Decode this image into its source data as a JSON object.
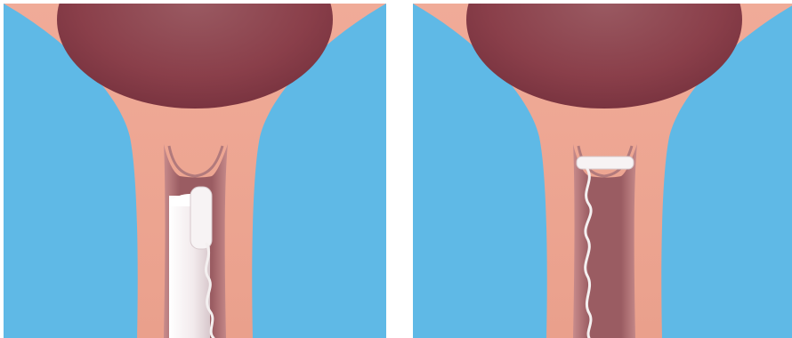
{
  "figure": {
    "panels": [
      {
        "id": "left",
        "state": "applicator inserted, tampon beside it, string trailing out",
        "colors": {
          "background": "#5fb9e6",
          "tissue": "#eea895",
          "uterus": "#8e4550",
          "canal": "#a86a70",
          "applicator": "#f7f3f4",
          "string": "#f4f0f0"
        }
      },
      {
        "id": "right",
        "state": "tampon positioned high in the canal, string trailing out",
        "colors": {
          "background": "#5fb9e6",
          "tissue": "#eea895",
          "uterus": "#8e4550",
          "canal": "#a86a70",
          "tampon": "#f7f3f4",
          "string": "#f4f0f0"
        }
      }
    ]
  }
}
